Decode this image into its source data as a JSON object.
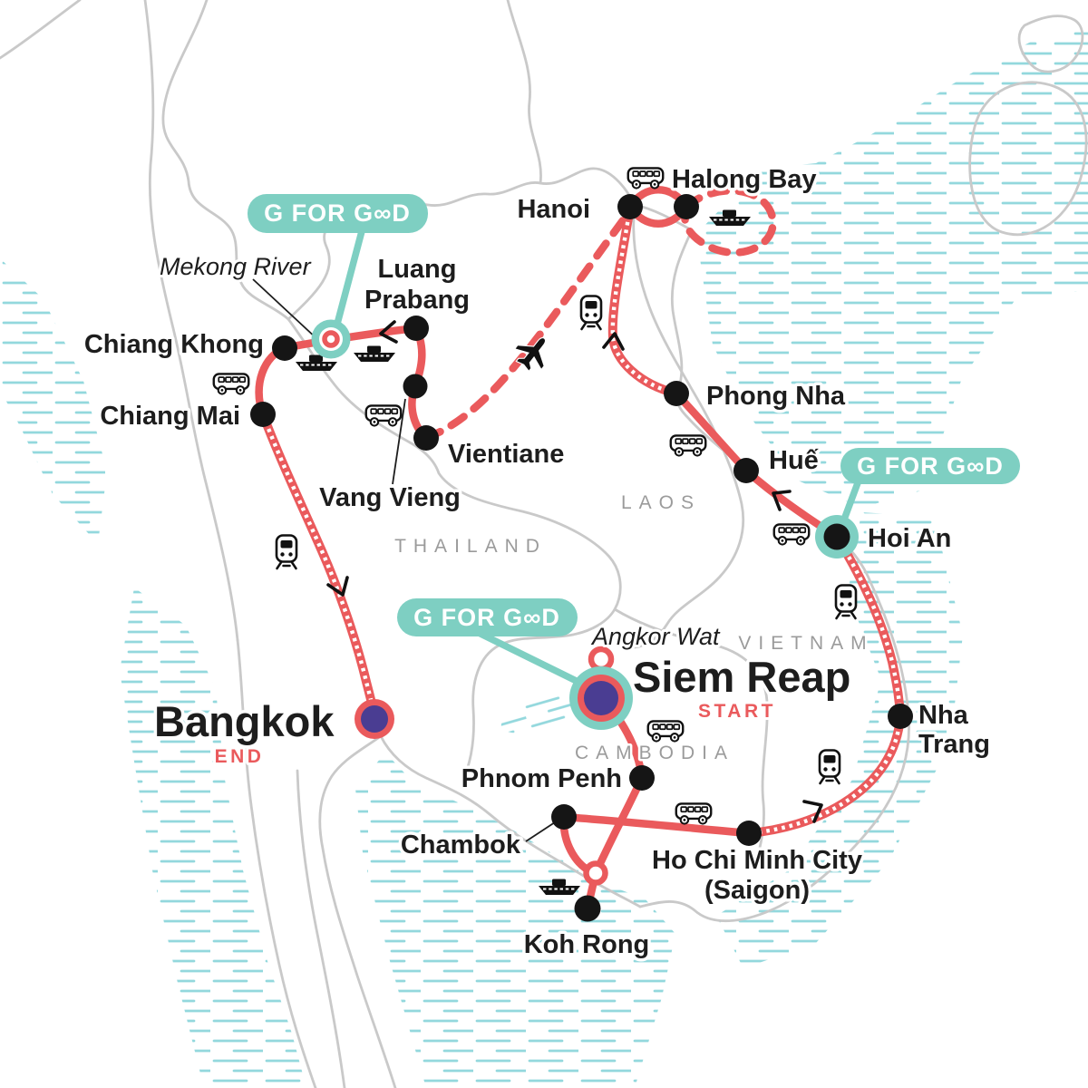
{
  "badge": {
    "label": "G FOR GOOD",
    "display": "G FOR G∞D"
  },
  "countries": {
    "thailand": "THAILAND",
    "laos": "LAOS",
    "vietnam": "VIETNAM",
    "cambodia": "CAMBODIA"
  },
  "landmarks": {
    "mekong_river": "Mekong River",
    "angkor_wat": "Angkor Wat"
  },
  "trip": {
    "start_label": "START",
    "end_label": "END"
  },
  "cities": {
    "siem_reap": {
      "name": "Siem Reap"
    },
    "bangkok": {
      "name": "Bangkok"
    },
    "chiang_khong": {
      "name": "Chiang Khong"
    },
    "chiang_mai": {
      "name": "Chiang Mai"
    },
    "luang_prabang": {
      "line1": "Luang",
      "line2": "Prabang"
    },
    "vang_vieng": {
      "name": "Vang Vieng"
    },
    "vientiane": {
      "name": "Vientiane"
    },
    "hanoi": {
      "name": "Hanoi"
    },
    "halong_bay": {
      "name": "Halong Bay"
    },
    "phong_nha": {
      "name": "Phong Nha"
    },
    "hue": {
      "name": "Huế"
    },
    "hoi_an": {
      "name": "Hoi An"
    },
    "nha_trang": {
      "line1": "Nha",
      "line2": "Trang"
    },
    "ho_chi_minh": {
      "line1": "Ho Chi Minh City",
      "line2": "(Saigon)"
    },
    "phnom_penh": {
      "name": "Phnom Penh"
    },
    "chambok": {
      "name": "Chambok"
    },
    "koh_rong": {
      "name": "Koh Rong"
    }
  },
  "colors": {
    "route_red": "#ea5a5c",
    "badge_teal": "#7ecfc2",
    "marker_purple": "#4a3d92",
    "water_hatch_teal": "#93d8dd",
    "border_gray": "#c9c9c9",
    "country_label_gray": "#9b9b9b",
    "label_ink": "#1d1d1d"
  },
  "icon_types": [
    "bus",
    "train",
    "boat",
    "plane"
  ]
}
